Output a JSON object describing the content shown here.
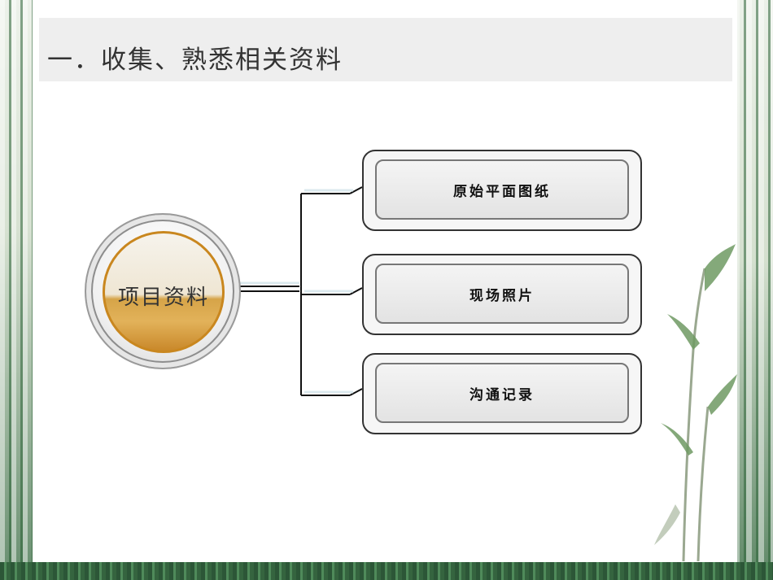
{
  "slide": {
    "title": "一．收集、熟悉相关资料"
  },
  "diagram": {
    "center": {
      "label": "项目资料"
    },
    "items": [
      {
        "label": "原始平面图纸"
      },
      {
        "label": "现场照片"
      },
      {
        "label": "沟通记录"
      }
    ]
  }
}
